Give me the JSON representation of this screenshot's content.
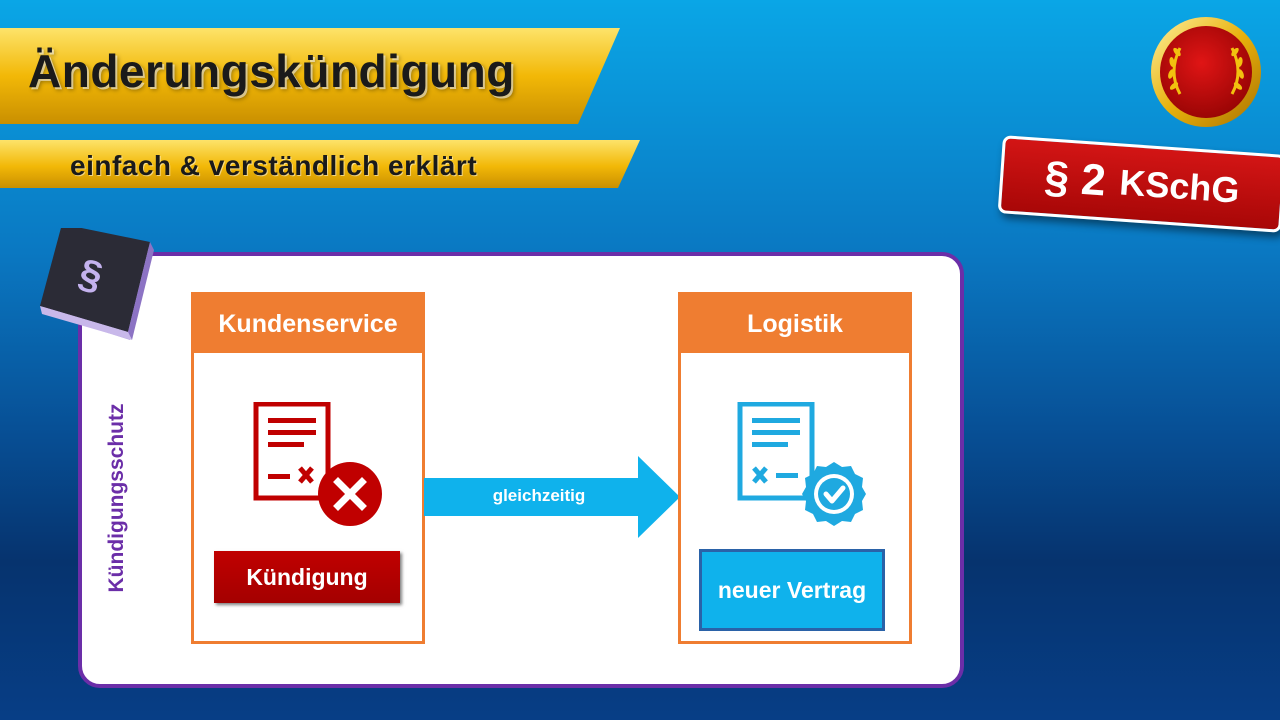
{
  "header": {
    "title": "Änderungskündigung",
    "subtitle": "einfach & verständlich erklärt"
  },
  "badge": {
    "section_symbol": "§ 2",
    "law": "KSchG",
    "color": "#c00000"
  },
  "book": {
    "symbol": "§",
    "icon": "law-book-icon"
  },
  "panel": {
    "side_label": "Kündigungsschutz",
    "border_color": "#6b2ea8"
  },
  "left_box": {
    "title": "Kundenservice",
    "icon": "document-cancel-icon",
    "button_label": "Kündigung"
  },
  "arrow": {
    "label": "gleichzeitig",
    "color": "#0fb2ec"
  },
  "right_box": {
    "title": "Logistik",
    "icon": "document-approved-icon",
    "button_label": "neuer Vertrag"
  },
  "colors": {
    "orange": "#ef7d31",
    "red": "#c00000",
    "blue": "#0fb2ec",
    "gold": "#f2c10f"
  }
}
